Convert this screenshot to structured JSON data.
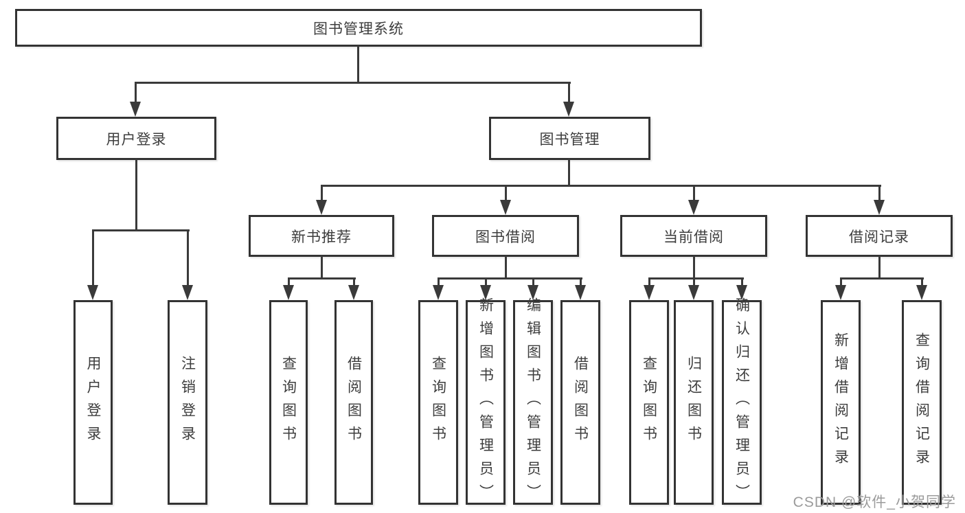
{
  "colors": {
    "line": "#3a3a3a",
    "box_border": "#333333",
    "text": "#3d3d3d",
    "background": "#ffffff",
    "watermark": "#9b9b9b"
  },
  "tree": {
    "root": {
      "label": "图书管理系统"
    },
    "branches": [
      {
        "label": "用户登录",
        "children": [
          {
            "label": "用户登录"
          },
          {
            "label": "注销登录"
          }
        ]
      },
      {
        "label": "图书管理",
        "children": [
          {
            "label": "新书推荐",
            "children": [
              {
                "label": "查询图书"
              },
              {
                "label": "借阅图书"
              }
            ]
          },
          {
            "label": "图书借阅",
            "children": [
              {
                "label": "查询图书"
              },
              {
                "label": "新增图书（管理员）"
              },
              {
                "label": "编辑图书（管理员）"
              },
              {
                "label": "借阅图书"
              }
            ]
          },
          {
            "label": "当前借阅",
            "children": [
              {
                "label": "查询图书"
              },
              {
                "label": "归还图书"
              },
              {
                "label": "确认归还（管理员）"
              }
            ]
          },
          {
            "label": "借阅记录",
            "children": [
              {
                "label": "新增借阅记录"
              },
              {
                "label": "查询借阅记录"
              }
            ]
          }
        ]
      }
    ]
  },
  "watermark": {
    "text": "CSDN @软件_小贺同学"
  }
}
